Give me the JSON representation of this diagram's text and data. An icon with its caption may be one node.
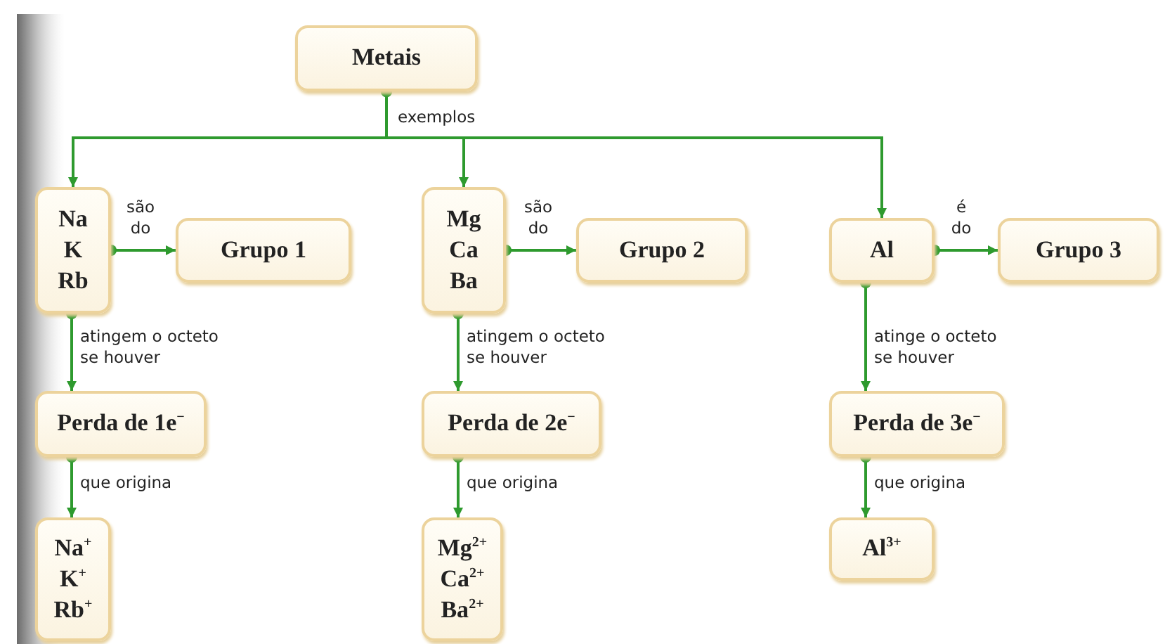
{
  "diagram": {
    "nodes": [
      {
        "text": [
          "Metais"
        ]
      },
      {
        "text": [
          "Na K Rb"
        ]
      },
      {
        "text": [
          "Grupo 1"
        ]
      },
      {
        "text": [
          "Mg Ca Ba"
        ]
      },
      {
        "text": [
          "Grupo 2"
        ]
      },
      {
        "text": [
          "Al"
        ]
      },
      {
        "text": [
          "Grupo 3"
        ]
      },
      {
        "text": [
          "Perda de 1e$^{−}$"
        ]
      },
      {
        "text": [
          "Perda de 2e$^{−}$"
        ]
      },
      {
        "text": [
          "Perda de 3e$^{−}$"
        ]
      },
      {
        "text": [
          "Na$^{+}$ K$^{+}$ Rb$^{+}$"
        ]
      },
      {
        "text": [
          "Mg$^{2+}$ Ca$^{2+}$ Ba$^{2+}$"
        ]
      },
      {
        "text": [
          "Al$^{3+}$"
        ]
      }
    ],
    "edges": [
      {
        "from": 0,
        "to": 1,
        "arrow": "to",
        "label": "exemplos"
      },
      {
        "from": 0,
        "to": 3,
        "arrow": "to"
      },
      {
        "from": 0,
        "to": 5,
        "arrow": "to"
      },
      {
        "from": 1,
        "to": 2,
        "arrow": "to",
        "label": "são do"
      },
      {
        "from": 3,
        "to": 4,
        "arrow": "to",
        "label": "são do"
      },
      {
        "from": 5,
        "to": 6,
        "arrow": "to",
        "label": "é do"
      },
      {
        "from": 1,
        "to": 7,
        "arrow": "to",
        "label": "atingem o octeto se houver"
      },
      {
        "from": 3,
        "to": 8,
        "arrow": "to",
        "label": "atingem o octeto se houver"
      },
      {
        "from": 5,
        "to": 9,
        "arrow": "to",
        "label": "atinge o octeto se houver"
      },
      {
        "from": 7,
        "to": 10,
        "arrow": "to",
        "label": "que origina"
      },
      {
        "from": 8,
        "to": 11,
        "arrow": "to",
        "label": "que origina"
      },
      {
        "from": 9,
        "to": 12,
        "arrow": "to",
        "label": "que origina"
      }
    ]
  }
}
